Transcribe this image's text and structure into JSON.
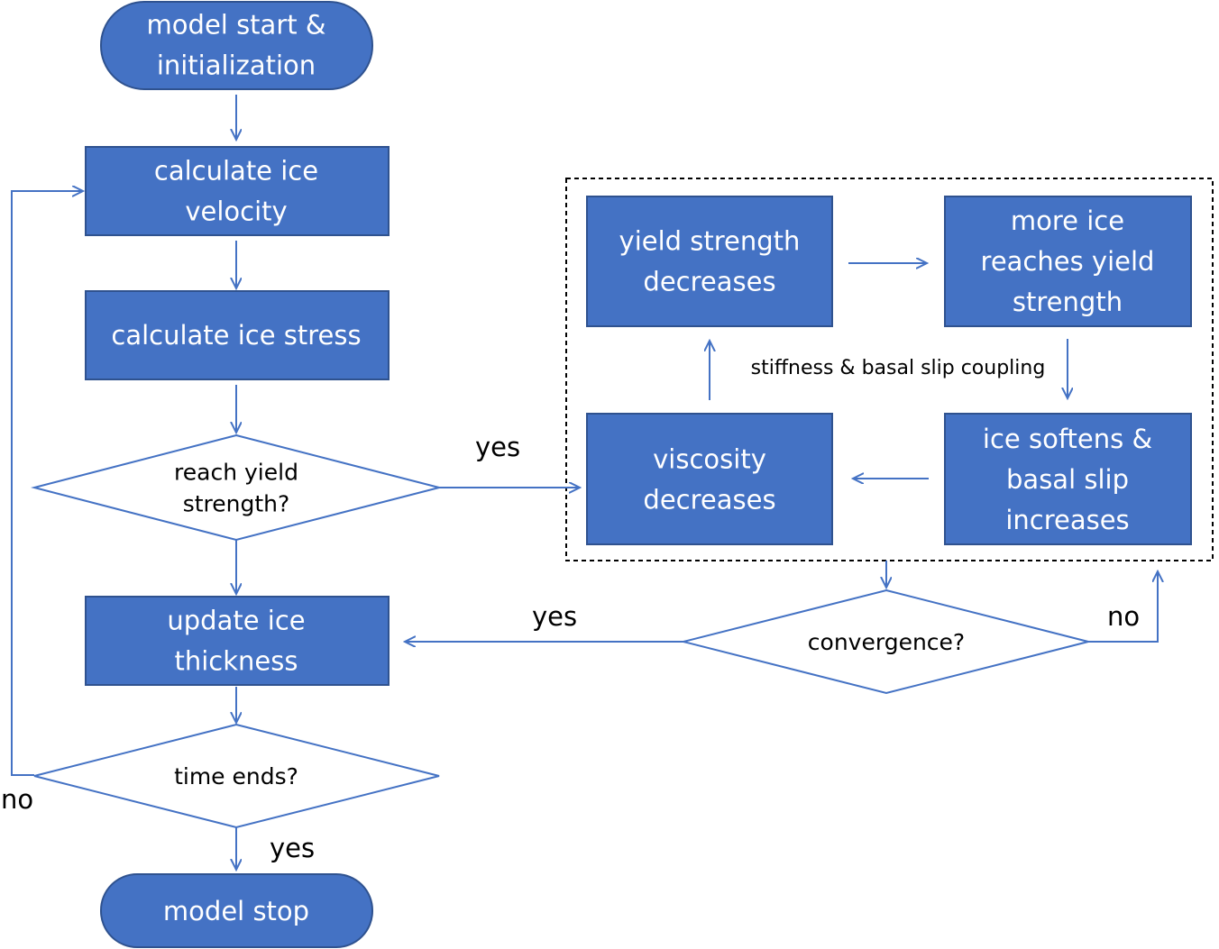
{
  "colors": {
    "box_fill": "#4472C4",
    "box_stroke": "#2F528F",
    "line": "#4472C4",
    "frame": "#000000",
    "box_text": "#ffffff",
    "label_text": "#000000"
  },
  "nodes": {
    "start": [
      "model start &",
      "initialization"
    ],
    "velocity": [
      "calculate ice",
      "velocity"
    ],
    "stress": [
      "calculate ice stress"
    ],
    "yield_check": [
      "reach yield",
      "strength?"
    ],
    "thickness": [
      "update ice",
      "thickness"
    ],
    "time_check": [
      "time ends?"
    ],
    "stop": [
      "model stop"
    ],
    "yield_decreases": [
      "yield strength",
      "decreases"
    ],
    "more_ice": [
      "more ice",
      "reaches yield",
      "strength"
    ],
    "softens": [
      "ice softens &",
      "basal slip",
      "increases"
    ],
    "viscosity": [
      "viscosity",
      "decreases"
    ],
    "convergence": [
      "convergence?"
    ]
  },
  "labels": {
    "coupling": "stiffness & basal slip coupling",
    "yes_yield": "yes",
    "yes_converge": "yes",
    "no_converge": "no",
    "no_time": "no",
    "yes_time": "yes"
  }
}
